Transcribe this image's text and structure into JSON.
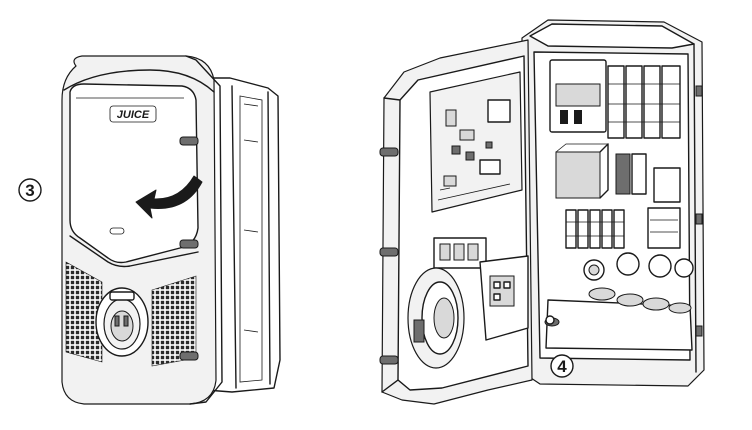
{
  "steps": [
    {
      "number": "3"
    },
    {
      "number": "4"
    }
  ],
  "brand": "JUICE",
  "colors": {
    "line": "#1a1a1a",
    "background": "#ffffff",
    "light_fill": "#f2f2f2",
    "mid_fill": "#d9d9d9",
    "dark_fill": "#6e6e6e"
  }
}
